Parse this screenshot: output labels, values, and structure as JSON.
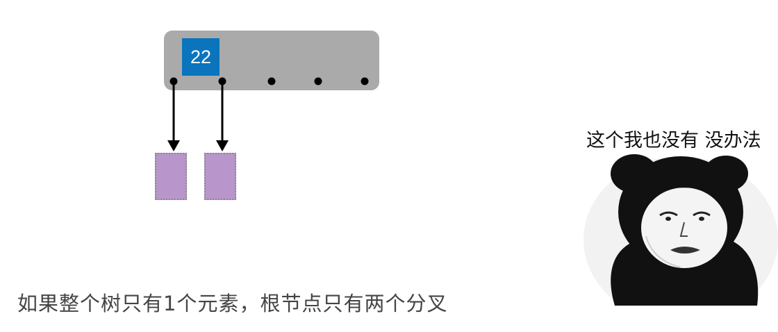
{
  "diagram": {
    "node_key": "22",
    "caption": "如果整个树只有1个元素，根节点只有两个分叉"
  },
  "meme": {
    "text": "这个我也没有 没办法",
    "icon": "panda-face-meme"
  }
}
